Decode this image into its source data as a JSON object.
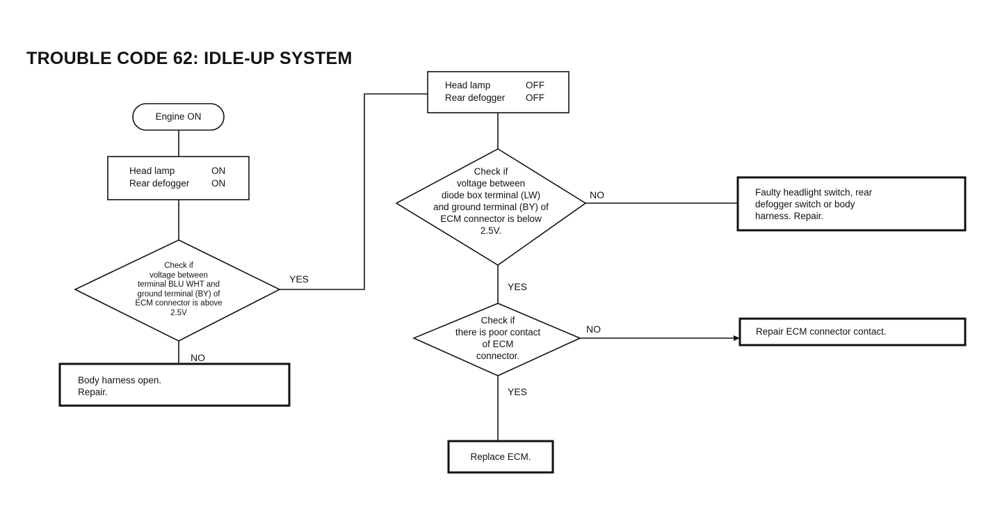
{
  "title": "TROUBLE CODE 62: IDLE-UP SYSTEM",
  "nodes": {
    "start": {
      "text": "Engine ON"
    },
    "step1": {
      "row1": {
        "item": "Head lamp",
        "state": "ON"
      },
      "row2": {
        "item": "Rear defogger",
        "state": "ON"
      }
    },
    "check1": {
      "lines": [
        "Check if",
        "voltage between",
        "terminal BLU WHT and",
        "ground terminal (BY) of",
        "ECM connector is above",
        "2.5V"
      ]
    },
    "result_body_harness": {
      "lines": [
        "Body harness open.",
        "Repair."
      ]
    },
    "step2": {
      "row1": {
        "item": "Head lamp",
        "state": "OFF"
      },
      "row2": {
        "item": "Rear defogger",
        "state": "OFF"
      }
    },
    "check2": {
      "lines": [
        "Check if",
        "voltage between",
        "diode box terminal (LW)",
        "and ground terminal (BY) of",
        "ECM connector is below",
        "2.5V."
      ]
    },
    "result_faulty_switch": {
      "lines": [
        "Faulty headlight switch, rear",
        "defogger switch or body",
        "harness.  Repair."
      ]
    },
    "check3": {
      "lines": [
        "Check if",
        "there is poor contact",
        "of ECM",
        "connector."
      ]
    },
    "result_repair_contact": {
      "text": "Repair ECM connector contact."
    },
    "result_replace_ecm": {
      "text": "Replace ECM."
    }
  },
  "labels": {
    "check1_yes": "YES",
    "check1_no": "NO",
    "check2_no": "NO",
    "check2_yes": "YES",
    "check3_no": "NO",
    "check3_yes": "YES"
  }
}
